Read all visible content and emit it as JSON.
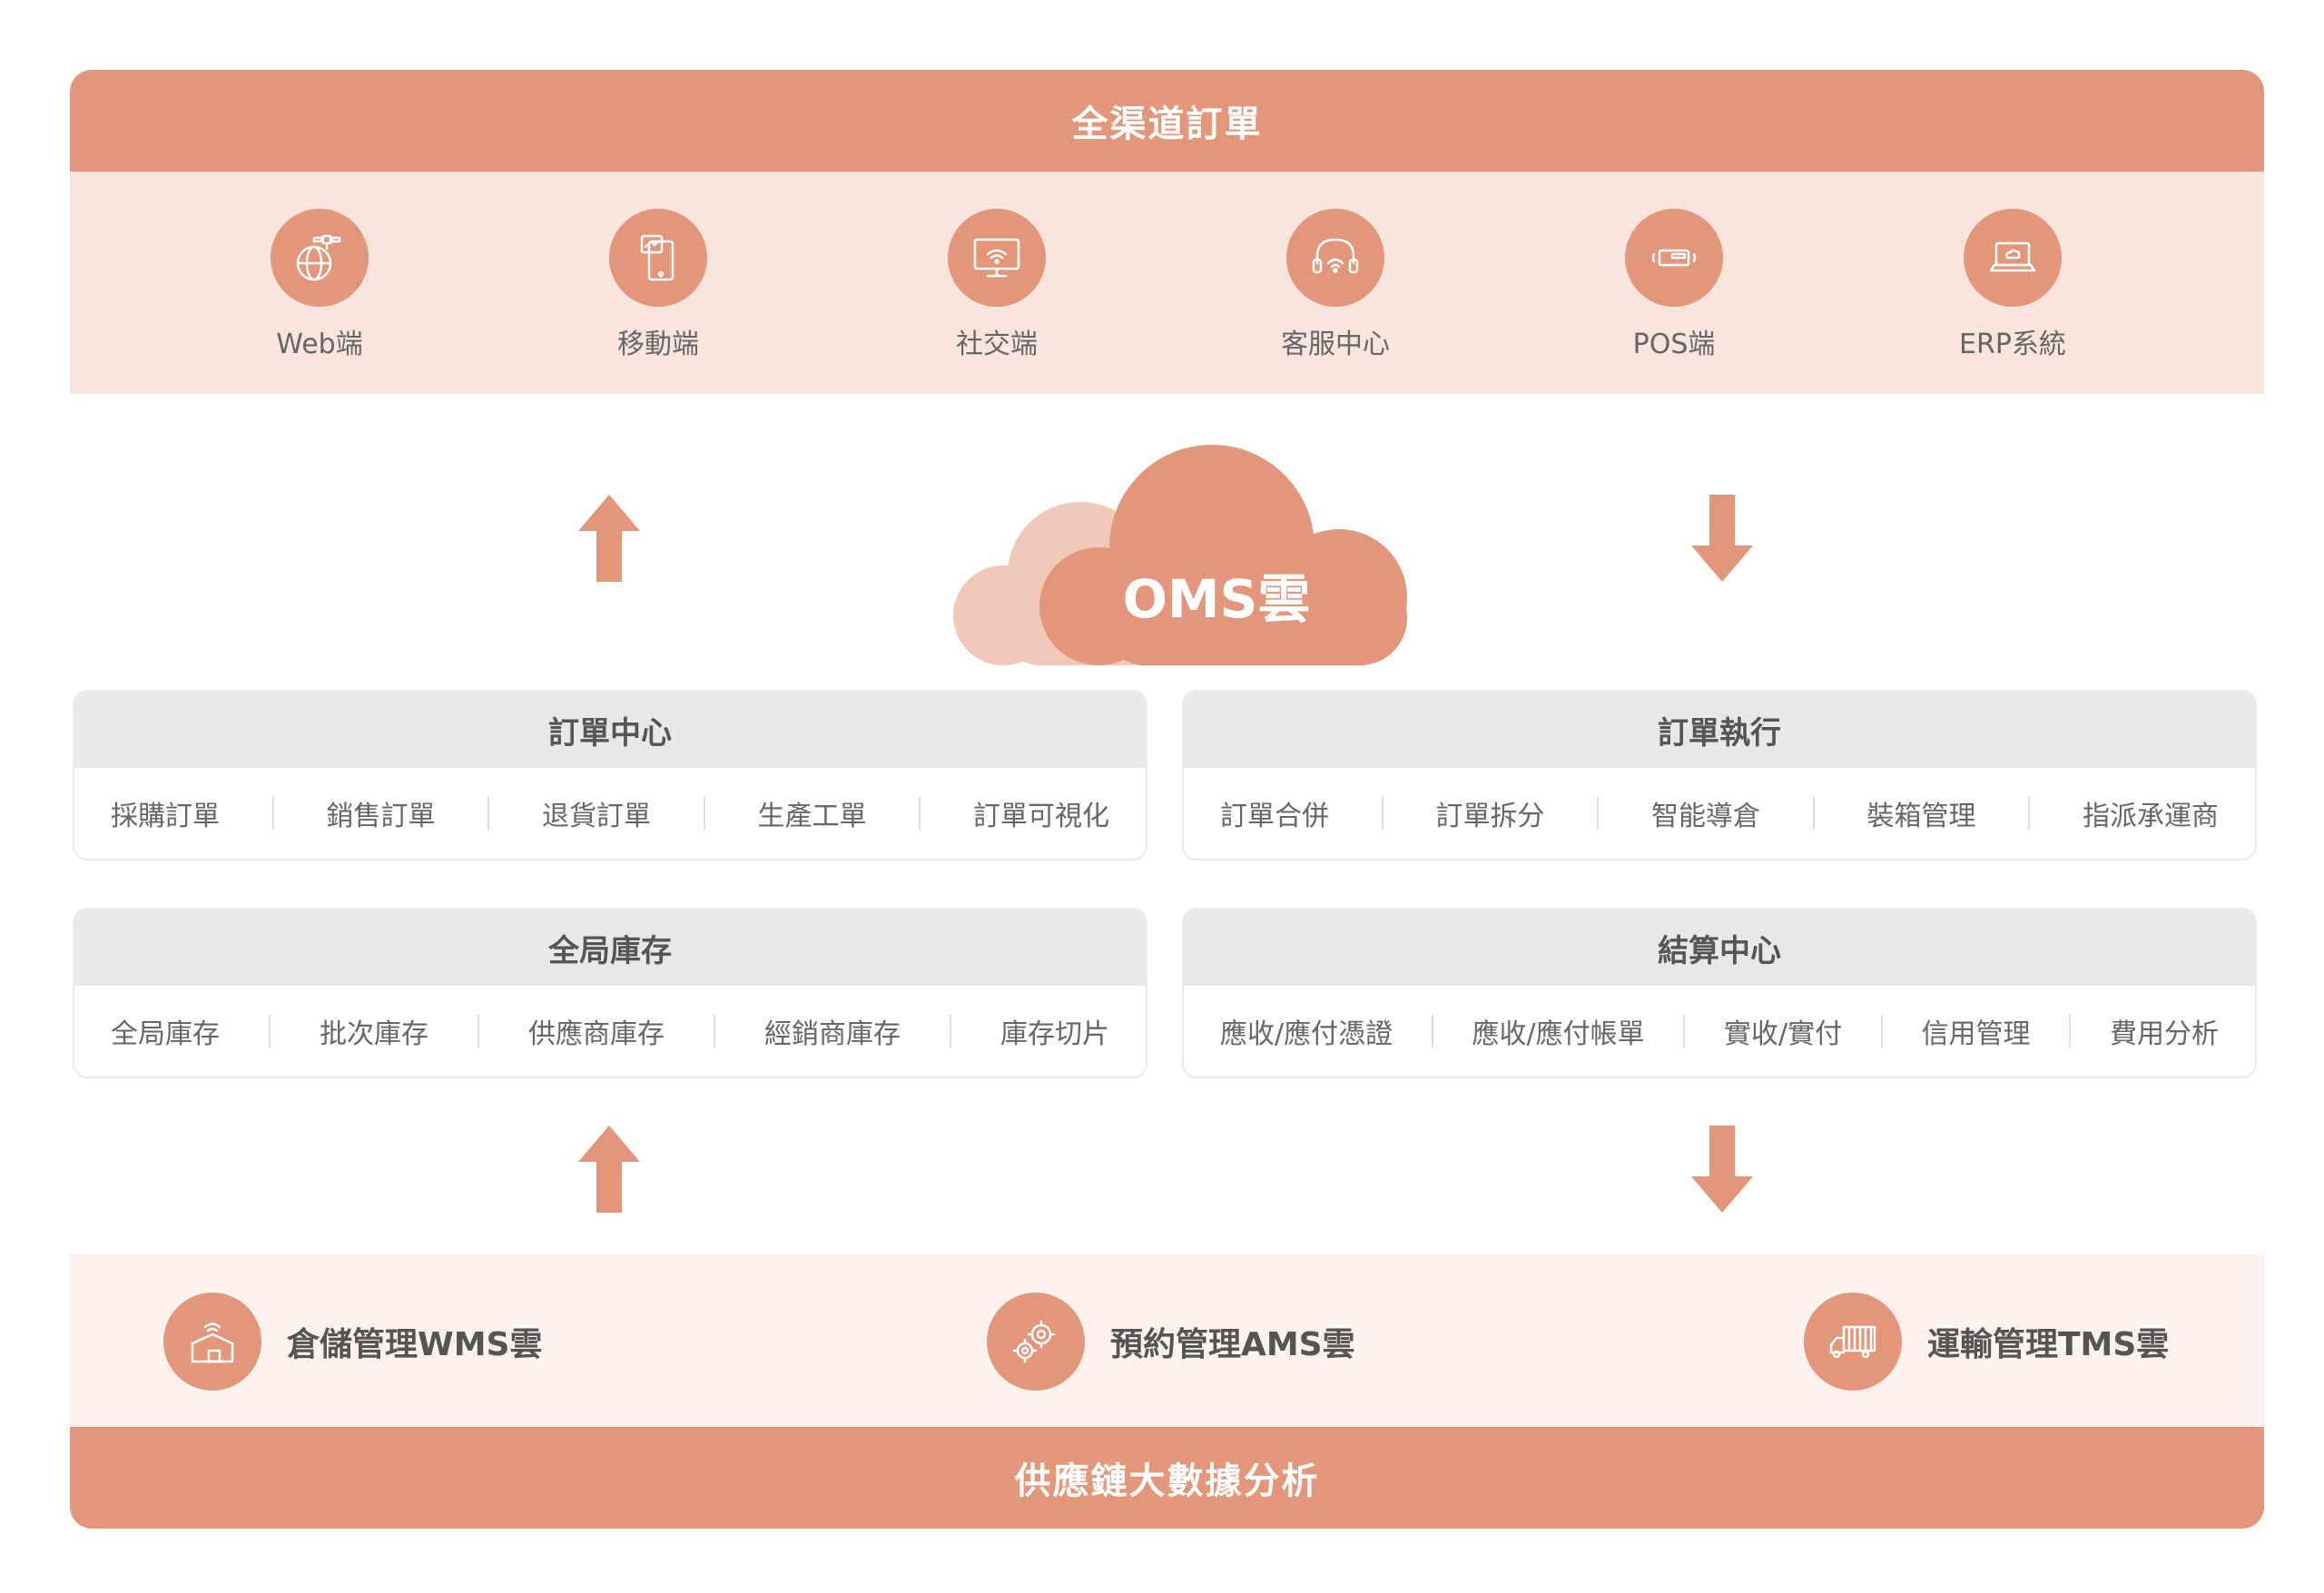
{
  "top": {
    "title": "全渠道訂單",
    "channels": [
      {
        "label": "Web端",
        "icon": "globe-satellite-icon"
      },
      {
        "label": "移動端",
        "icon": "mobile-device-icon"
      },
      {
        "label": "社交端",
        "icon": "monitor-wifi-icon"
      },
      {
        "label": "客服中心",
        "icon": "headset-icon"
      },
      {
        "label": "POS端",
        "icon": "pos-card-icon"
      },
      {
        "label": "ERP系統",
        "icon": "laptop-cloud-icon"
      }
    ]
  },
  "cloud": {
    "label": "OMS雲"
  },
  "modules": {
    "order_center": {
      "title": "訂單中心",
      "items": [
        "採購訂單",
        "銷售訂單",
        "退貨訂單",
        "生產工單",
        "訂單可視化"
      ]
    },
    "order_exec": {
      "title": "訂單執行",
      "items": [
        "訂單合併",
        "訂單拆分",
        "智能導倉",
        "裝箱管理",
        "指派承運商"
      ]
    },
    "inventory": {
      "title": "全局庫存",
      "items": [
        "全局庫存",
        "批次庫存",
        "供應商庫存",
        "經銷商庫存",
        "庫存切片"
      ]
    },
    "settlement": {
      "title": "結算中心",
      "items": [
        "應收/應付憑證",
        "應收/應付帳單",
        "實收/實付",
        "信用管理",
        "費用分析"
      ]
    }
  },
  "bottom": {
    "systems": [
      {
        "label": "倉儲管理WMS雲",
        "icon": "warehouse-wifi-icon"
      },
      {
        "label": "預約管理AMS雲",
        "icon": "gears-icon"
      },
      {
        "label": "運輸管理TMS雲",
        "icon": "truck-icon"
      }
    ],
    "title": "供應鏈大數據分析"
  },
  "colors": {
    "accent": "#e4967a",
    "light_band": "#f9e5dd",
    "cloud_back": "#f2c9b9",
    "module_head": "#e8e8e8"
  }
}
